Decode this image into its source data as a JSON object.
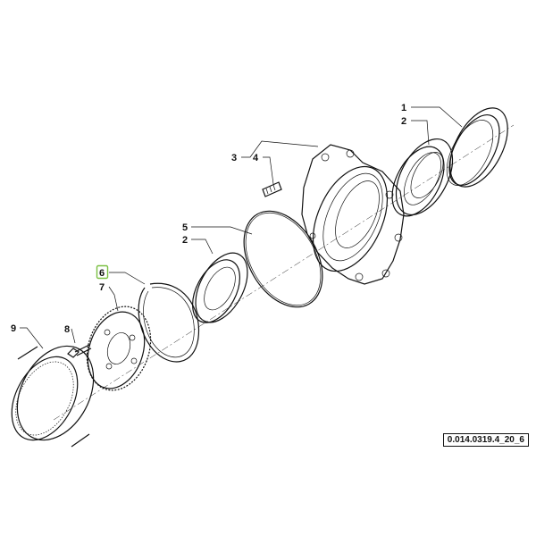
{
  "labels": {
    "l1": "1",
    "l2a": "2",
    "l3": "3",
    "l4": "4",
    "l5": "5",
    "l2b": "2",
    "l6": "6",
    "l7": "7",
    "l8": "8",
    "l9": "9"
  },
  "reference_code": "0.014.0319.4_20_6",
  "highlight_color": "#7bc043"
}
